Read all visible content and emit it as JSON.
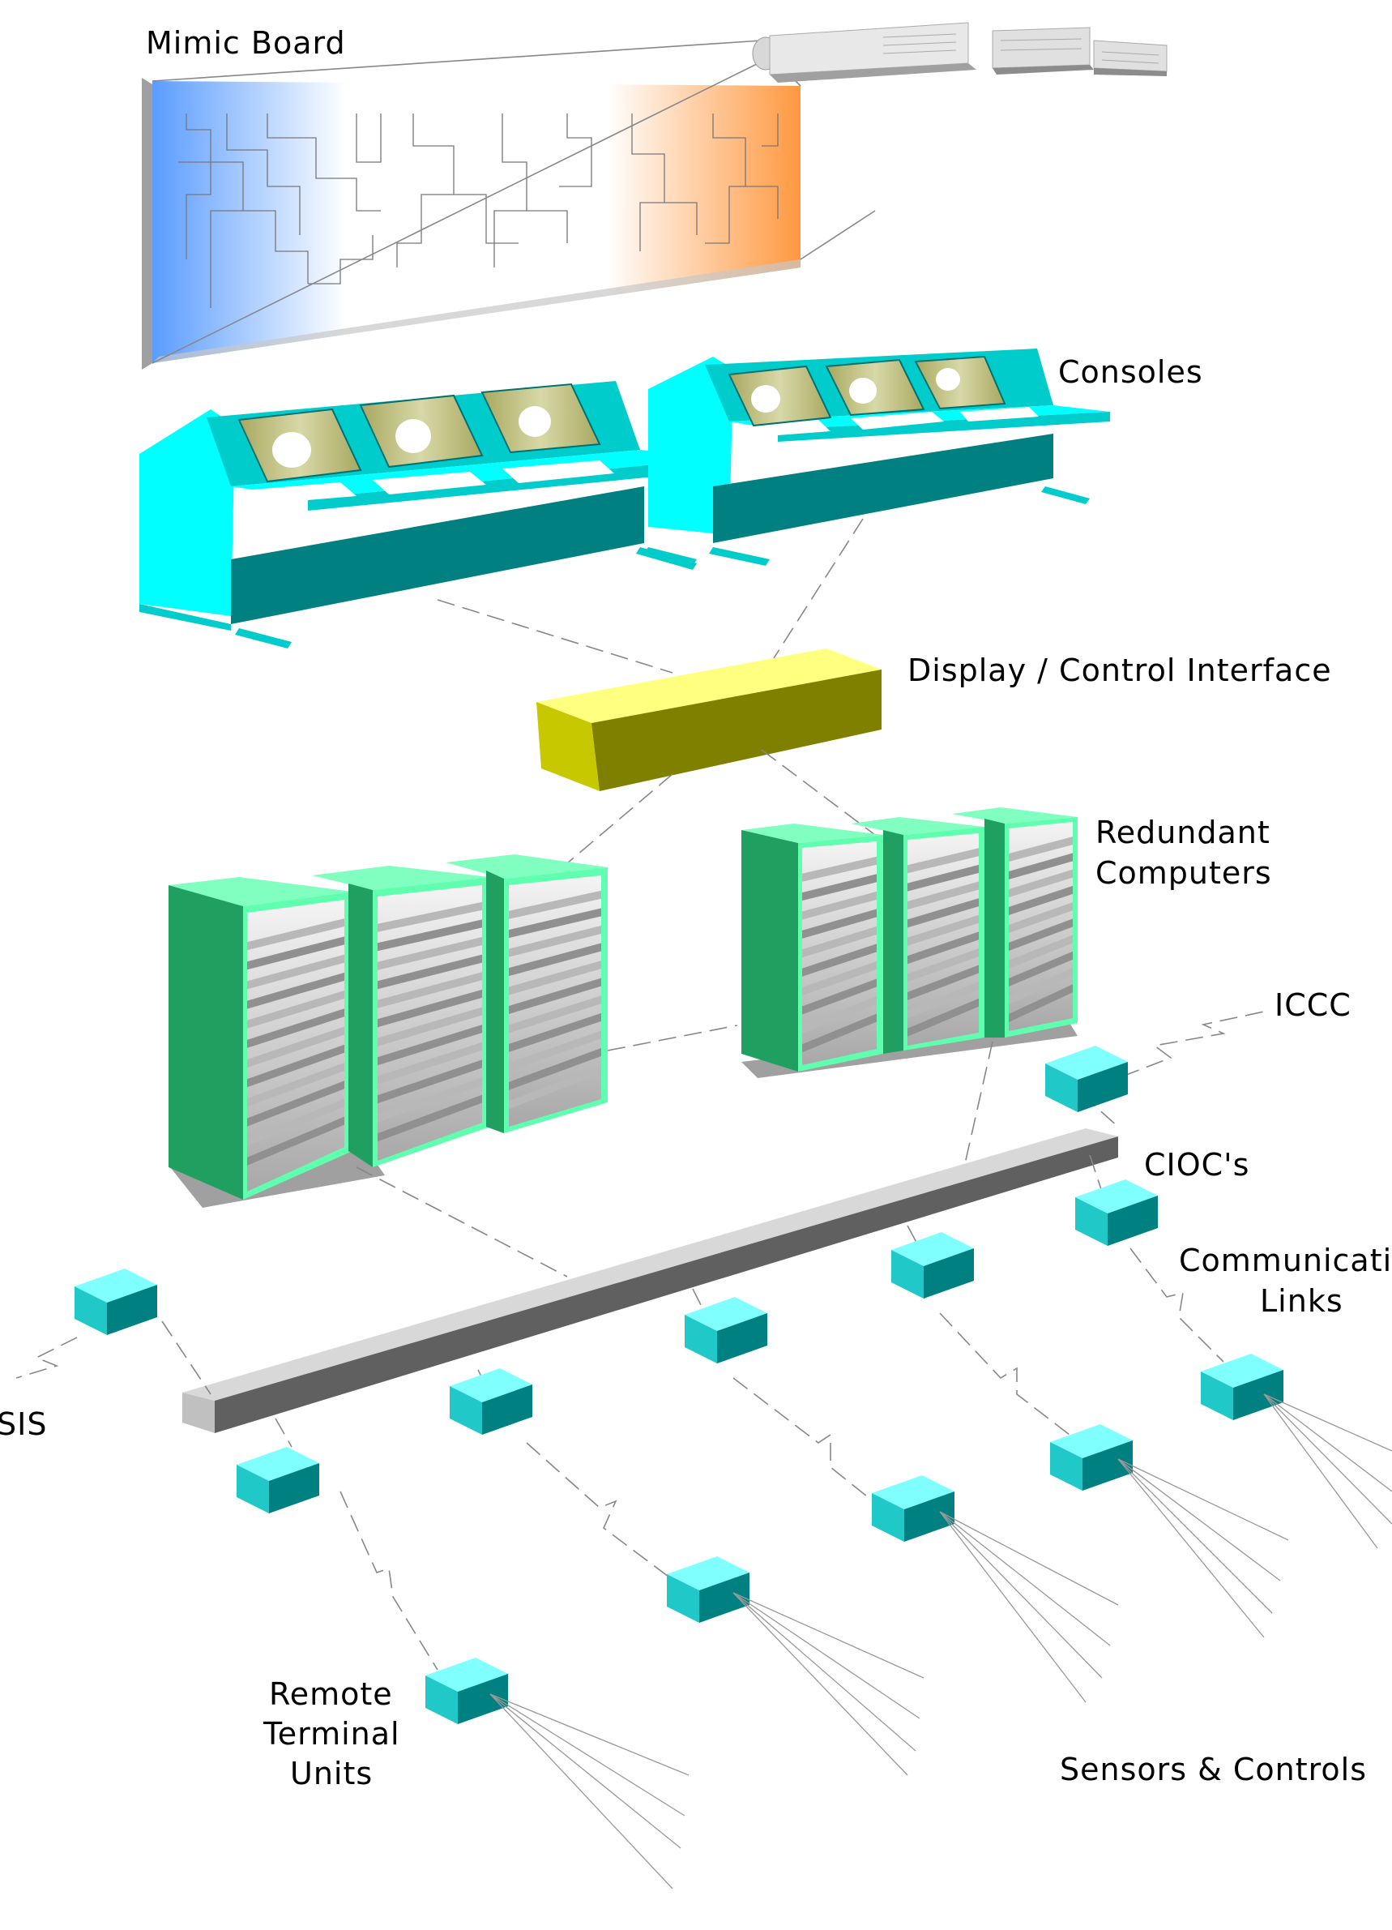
{
  "labels": {
    "mimic_board": "Mimic Board",
    "consoles": "Consoles",
    "display_control_interface": "Display / Control Interface",
    "redundant_computers_line1": "Redundant",
    "redundant_computers_line2": "Computers",
    "iccc": "ICCC",
    "ciocs": "CIOC's",
    "communication_links_line1": "Communicatio",
    "communication_links_line2": "Links",
    "sis": "SIS",
    "remote_terminal_units_line1": "Remote",
    "remote_terminal_units_line2": "Terminal",
    "remote_terminal_units_line3": "Units",
    "sensors_controls": "Sensors & Controls"
  },
  "colors": {
    "console_light": "#00ffff",
    "console_mid": "#00cccc",
    "console_dark": "#008080",
    "interface_top": "#ffff80",
    "interface_front": "#c8c800",
    "interface_side": "#808000",
    "rack_side": "#20a060",
    "rack_top": "#80ffc0",
    "rack_front_frame": "#60ffb0",
    "node_top": "#80ffff",
    "node_front": "#20c8c8",
    "node_side": "#008080",
    "bus_top": "#d8d8d8",
    "bus_side": "#606060",
    "mimic_left": "#6aa8ff",
    "mimic_right": "#ff9a40"
  }
}
